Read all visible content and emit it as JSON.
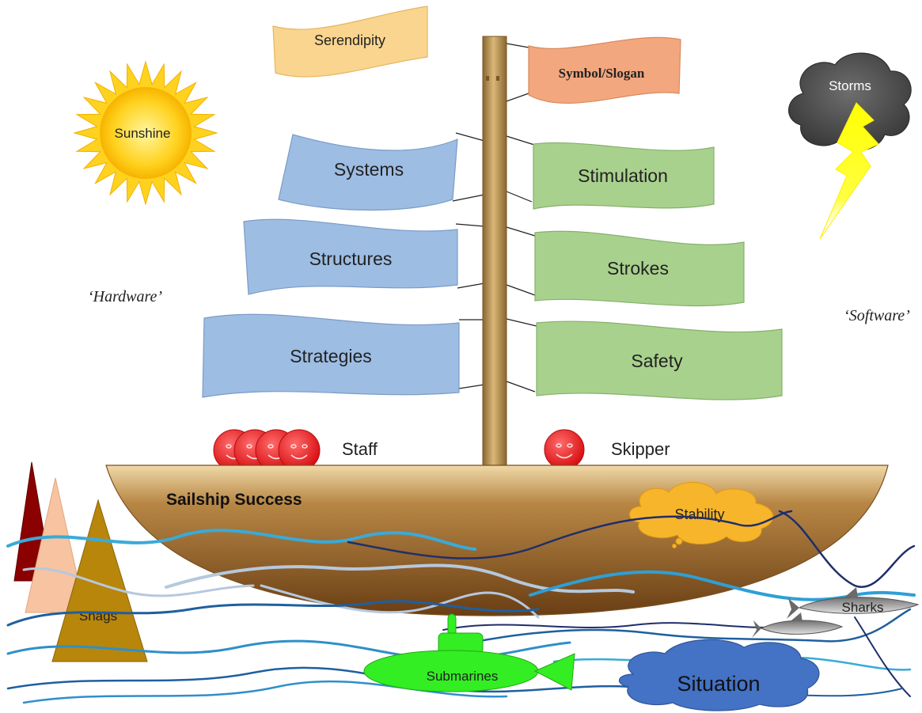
{
  "labels": {
    "serendipity": "Serendipity",
    "symbol_slogan": "Symbol/Slogan",
    "sunshine": "Sunshine",
    "storms": "Storms",
    "systems": "Systems",
    "stimulation": "Stimulation",
    "structures": "Structures",
    "strokes": "Strokes",
    "strategies": "Strategies",
    "safety": "Safety",
    "hardware": "‘Hardware’",
    "software": "‘Software’",
    "staff": "Staff",
    "skipper": "Skipper",
    "ship_name": "Sailship Success",
    "stability": "Stability",
    "snags": "Snags",
    "sharks": "Sharks",
    "submarines": "Submarines",
    "situation": "Situation"
  },
  "colors": {
    "hardware_sails": "#9dbde3",
    "software_sails": "#a9d18e",
    "serendipity_flag": "#fad58f",
    "slogan_flag": "#f3a77e",
    "sun": "#ffd21f",
    "storm_cloud": "#4a4a4a",
    "lightning": "#ffff00",
    "hull": "#8a5a22",
    "mast": "#b08a45",
    "stability_cloud": "#f7b52b",
    "submarine": "#33ee22",
    "situation_cloud": "#4472c4",
    "faces": "#e8191c"
  }
}
